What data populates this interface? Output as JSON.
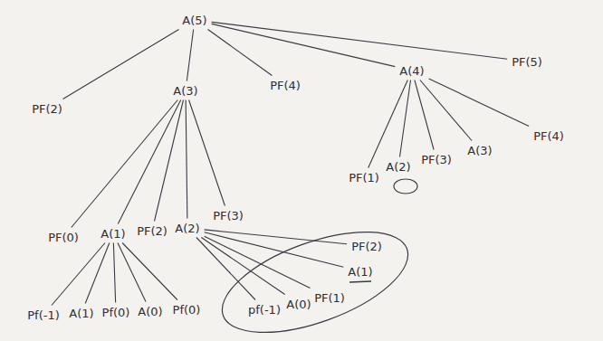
{
  "diagram": {
    "nodes": [
      {
        "text": [
          "A(5)"
        ]
      },
      {
        "text": [
          "PF(2)"
        ]
      },
      {
        "text": [
          "A(3)"
        ]
      },
      {
        "text": [
          "PF(4)"
        ]
      },
      {
        "text": [
          "A(4)"
        ]
      },
      {
        "text": [
          "PF(5)"
        ]
      },
      {
        "text": [
          "PF(1)"
        ]
      },
      {
        "text": [
          "A(2)"
        ]
      },
      {
        "text": [
          "PF(3)"
        ]
      },
      {
        "text": [
          "A(3)"
        ]
      },
      {
        "text": [
          "PF(4)"
        ]
      },
      {
        "text": [
          "PF(0)"
        ]
      },
      {
        "text": [
          "A(1)"
        ]
      },
      {
        "text": [
          "PF(2)"
        ]
      },
      {
        "text": [
          "A(2)"
        ]
      },
      {
        "text": [
          "PF(3)"
        ]
      },
      {
        "text": [
          "Pf(-1)"
        ]
      },
      {
        "text": [
          "A(1)"
        ]
      },
      {
        "text": [
          "Pf(0)"
        ]
      },
      {
        "text": [
          "A(0)"
        ]
      },
      {
        "text": [
          "Pf(0)"
        ]
      },
      {
        "text": [
          "pf(-1)"
        ]
      },
      {
        "text": [
          "A(0)"
        ]
      },
      {
        "text": [
          "PF(1)"
        ]
      },
      {
        "text": [
          "A(1)"
        ]
      },
      {
        "text": [
          "PF(2)"
        ]
      }
    ],
    "edges": [
      {
        "from": 0,
        "to": 1,
        "arrow": "none"
      },
      {
        "from": 0,
        "to": 2,
        "arrow": "none"
      },
      {
        "from": 0,
        "to": 3,
        "arrow": "none"
      },
      {
        "from": 0,
        "to": 4,
        "arrow": "none"
      },
      {
        "from": 0,
        "to": 5,
        "arrow": "none"
      },
      {
        "from": 4,
        "to": 6,
        "arrow": "none"
      },
      {
        "from": 4,
        "to": 7,
        "arrow": "none"
      },
      {
        "from": 4,
        "to": 8,
        "arrow": "none"
      },
      {
        "from": 4,
        "to": 9,
        "arrow": "none"
      },
      {
        "from": 4,
        "to": 10,
        "arrow": "none"
      },
      {
        "from": 2,
        "to": 11,
        "arrow": "none"
      },
      {
        "from": 2,
        "to": 12,
        "arrow": "none"
      },
      {
        "from": 2,
        "to": 13,
        "arrow": "none"
      },
      {
        "from": 2,
        "to": 14,
        "arrow": "none"
      },
      {
        "from": 2,
        "to": 15,
        "arrow": "none"
      },
      {
        "from": 12,
        "to": 16,
        "arrow": "none"
      },
      {
        "from": 12,
        "to": 17,
        "arrow": "none"
      },
      {
        "from": 12,
        "to": 18,
        "arrow": "none"
      },
      {
        "from": 12,
        "to": 19,
        "arrow": "none"
      },
      {
        "from": 12,
        "to": 20,
        "arrow": "none"
      },
      {
        "from": 14,
        "to": 21,
        "arrow": "none"
      },
      {
        "from": 14,
        "to": 22,
        "arrow": "none"
      },
      {
        "from": 14,
        "to": 23,
        "arrow": "none"
      },
      {
        "from": 14,
        "to": 24,
        "arrow": "none"
      },
      {
        "from": 14,
        "to": 25,
        "arrow": "none"
      }
    ]
  }
}
